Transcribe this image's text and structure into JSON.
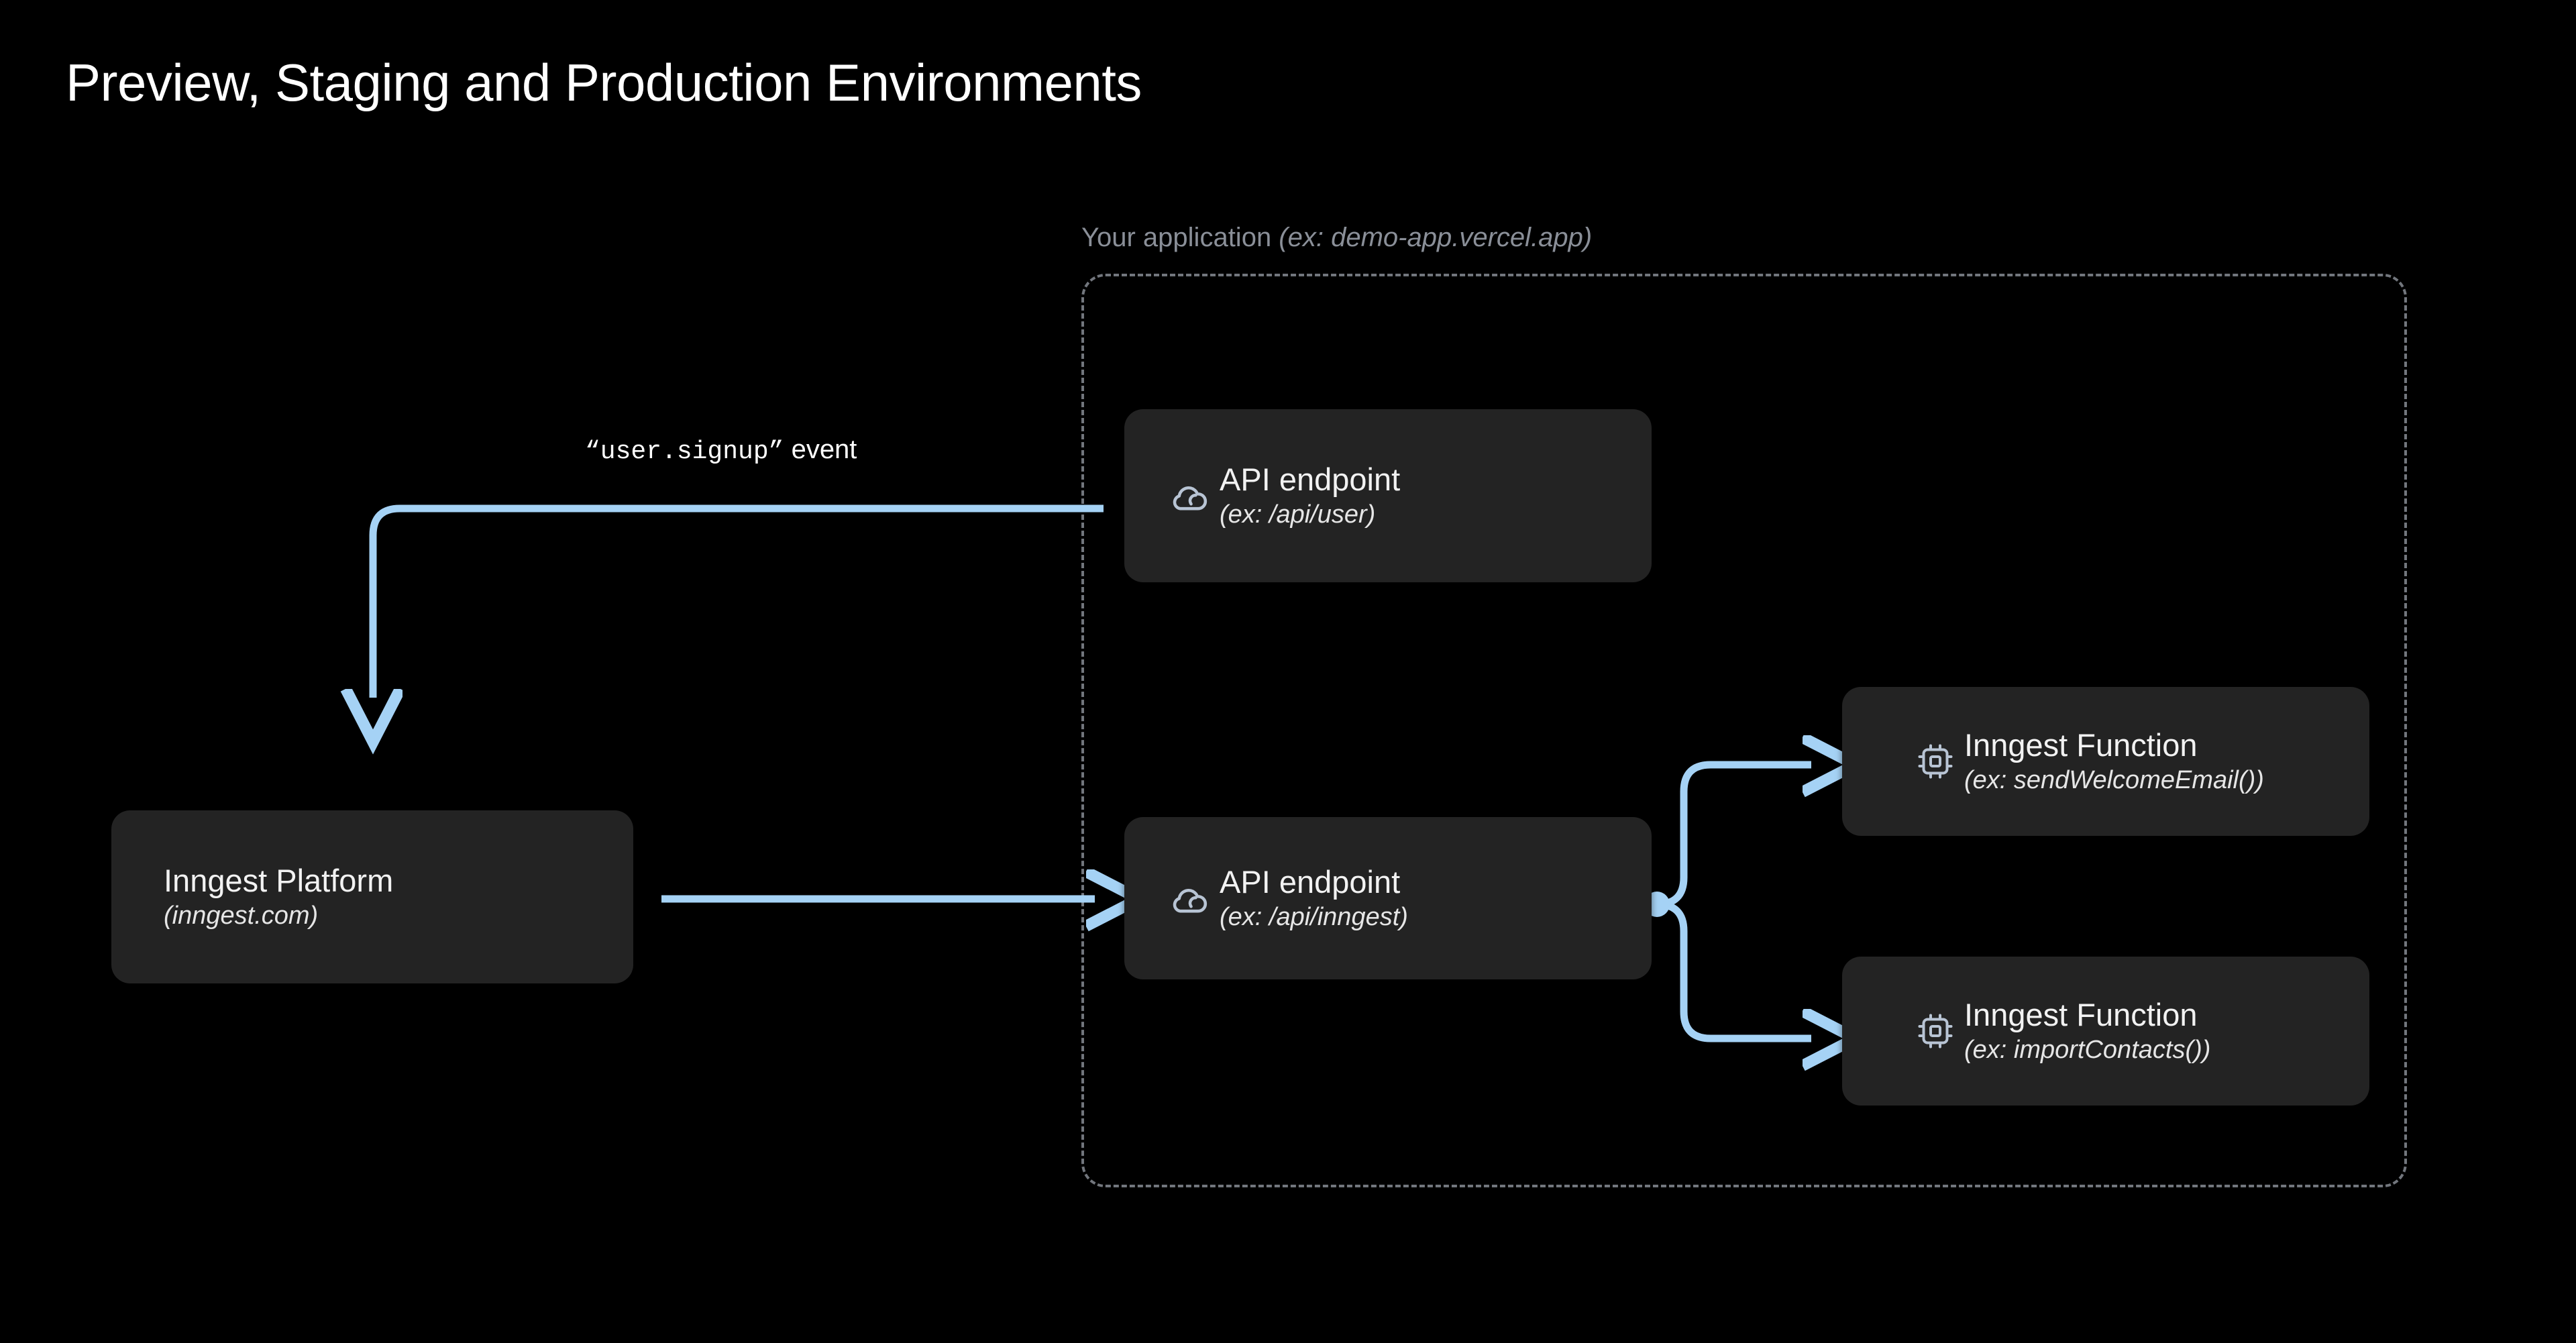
{
  "page": {
    "title": "Preview, Staging and Production Environments",
    "background_color": "#000000",
    "accent_color": "#A5D2F5",
    "node_fill_color": "#232323",
    "group_border_color": "#72767d",
    "muted_text_color": "#8a8f98"
  },
  "group": {
    "label_main": "Your application ",
    "label_example": "(ex: demo-app.vercel.app)"
  },
  "edge_label": {
    "event_name": "“user.signup”",
    "suffix": " event"
  },
  "nodes": {
    "platform": {
      "title": "Inngest Platform",
      "subtitle": "(inngest.com)",
      "icon": "none"
    },
    "api_user": {
      "title": "API endpoint",
      "subtitle": "(ex: /api/user)",
      "icon": "cloud-icon"
    },
    "api_inngest": {
      "title": "API endpoint",
      "subtitle": "(ex: /api/inngest)",
      "icon": "cloud-icon"
    },
    "fn_welcome": {
      "title": "Inngest Function",
      "subtitle": "(ex: sendWelcomeEmail())",
      "icon": "chip-icon"
    },
    "fn_contacts": {
      "title": "Inngest Function",
      "subtitle": "(ex: importContacts())",
      "icon": "chip-icon"
    }
  },
  "edges": [
    {
      "name": "api-user-to-platform",
      "from": "api_user",
      "to": "platform",
      "label": "“user.signup” event",
      "arrowhead": "down"
    },
    {
      "name": "platform-to-api-inngest",
      "from": "platform",
      "to": "api_inngest",
      "label": "",
      "arrowhead": "right"
    },
    {
      "name": "api-inngest-to-fn-welcome",
      "from": "api_inngest",
      "to": "fn_welcome",
      "label": "",
      "arrowhead": "right"
    },
    {
      "name": "api-inngest-to-fn-contacts",
      "from": "api_inngest",
      "to": "fn_contacts",
      "label": "",
      "arrowhead": "right"
    }
  ]
}
